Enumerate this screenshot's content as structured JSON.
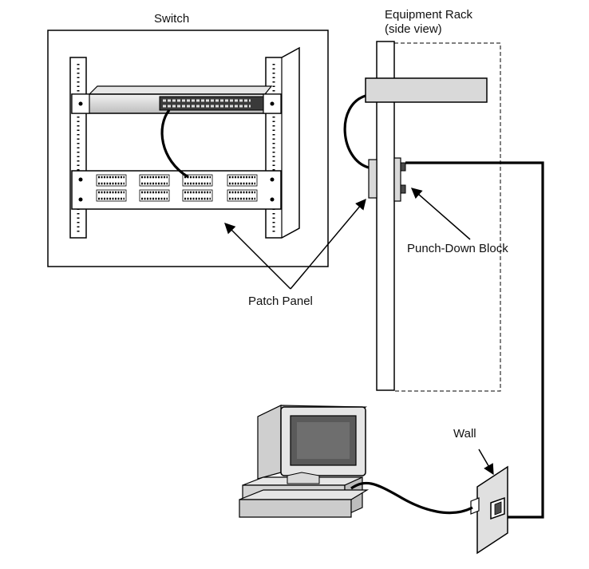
{
  "labels": {
    "switch": "Switch",
    "rack_title": "Equipment Rack",
    "rack_subtitle": "(side view)",
    "punch_down_block": "Punch-Down Block",
    "patch_panel": "Patch Panel",
    "wall": "Wall"
  },
  "colors": {
    "line": "#000000",
    "panel_fill": "#d9d9d9",
    "dark_fill": "#4a4a4a",
    "background": "#ffffff"
  }
}
